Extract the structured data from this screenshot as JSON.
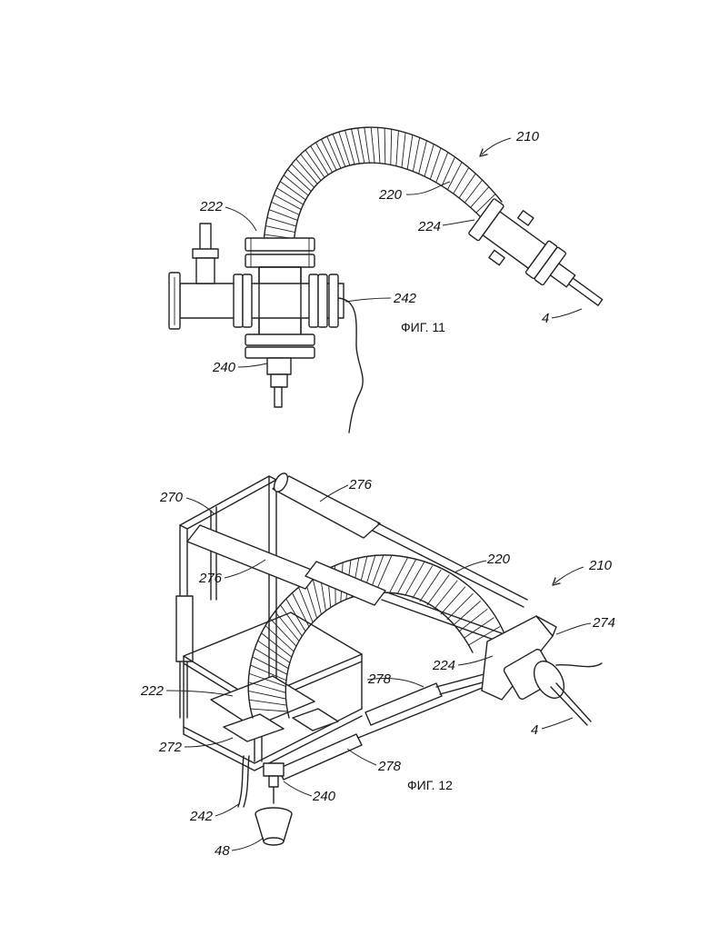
{
  "figures": [
    {
      "caption": "ФИГ. 11",
      "labels": {
        "r210": "210",
        "r220": "220",
        "r222": "222",
        "r224": "224",
        "r242": "242",
        "r240": "240",
        "r4": "4"
      }
    },
    {
      "caption": "ФИГ. 12",
      "labels": {
        "r270": "270",
        "r276a": "276",
        "r276b": "276",
        "r220": "220",
        "r210": "210",
        "r274": "274",
        "r224": "224",
        "r222": "222",
        "r278a": "278",
        "r272": "272",
        "r278b": "278",
        "r4": "4",
        "r240": "240",
        "r242": "242",
        "r48": "48"
      }
    }
  ],
  "colors": {
    "ink": "#222222",
    "paper": "#ffffff"
  }
}
